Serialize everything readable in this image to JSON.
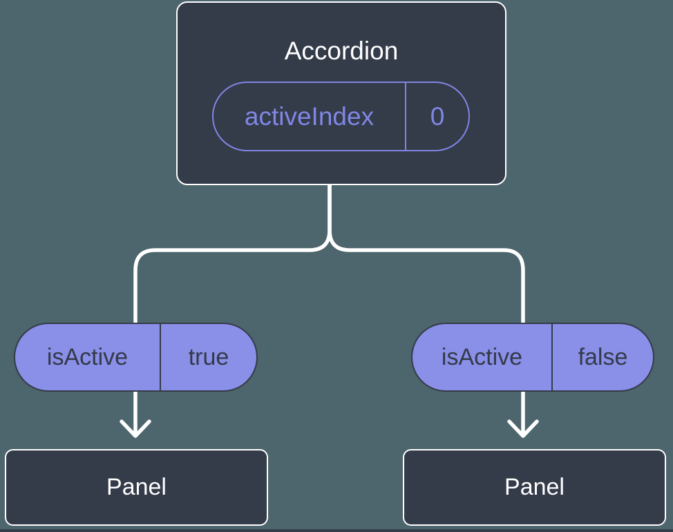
{
  "colors": {
    "background": "#4d656c",
    "node_fill": "#343b49",
    "node_border": "#ffffff",
    "pill_fill": "#8a8fe8",
    "accent_purple": "#8087e4",
    "text_light": "#ffffff",
    "text_dark": "#333a48",
    "connector": "#ffffff"
  },
  "diagram": {
    "type": "component-tree",
    "root_node": {
      "title": "Accordion",
      "state_pill": {
        "name": "activeIndex",
        "value": "0"
      }
    },
    "children": [
      {
        "prop_pill": {
          "name": "isActive",
          "value": "true"
        },
        "node": {
          "title": "Panel"
        }
      },
      {
        "prop_pill": {
          "name": "isActive",
          "value": "false"
        },
        "node": {
          "title": "Panel"
        }
      }
    ]
  }
}
